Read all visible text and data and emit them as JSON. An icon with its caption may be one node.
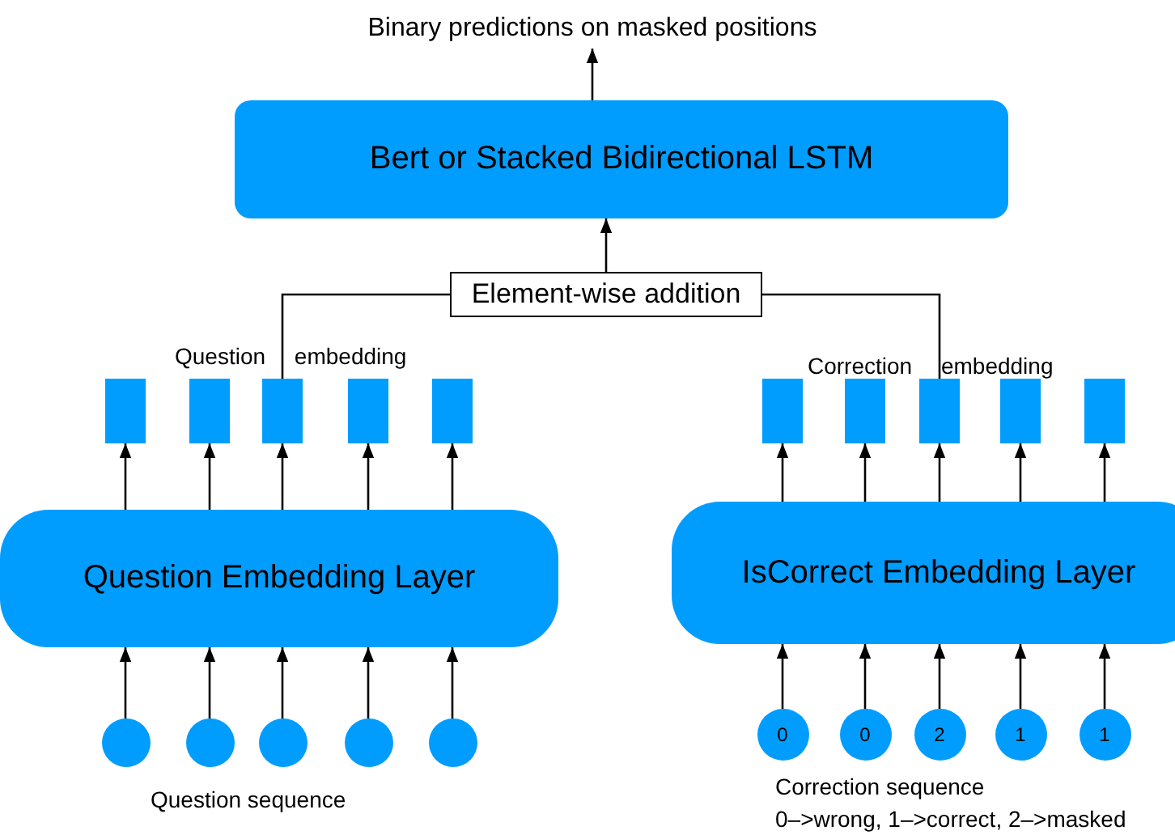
{
  "diagram": {
    "nodes": [
      {
        "text": [
          "Binary predictions on masked positions"
        ]
      },
      {
        "text": [
          "Bert or Stacked Bidirectional LSTM"
        ]
      },
      {
        "text": [
          "Element-wise addition"
        ]
      },
      {
        "text": [
          "Question Embedding Layer"
        ]
      },
      {
        "text": [
          "IsCorrect Embedding Layer"
        ]
      },
      {
        "text": [],
        "shape": "box"
      },
      {
        "text": [],
        "shape": "box"
      },
      {
        "text": [],
        "shape": "box"
      },
      {
        "text": [],
        "shape": "box"
      },
      {
        "text": [],
        "shape": "box"
      },
      {
        "text": [],
        "shape": "box"
      },
      {
        "text": [],
        "shape": "box"
      },
      {
        "text": [],
        "shape": "box"
      },
      {
        "text": [],
        "shape": "box"
      },
      {
        "text": [],
        "shape": "box"
      },
      {
        "text": [],
        "shape": "circle"
      },
      {
        "text": [],
        "shape": "circle"
      },
      {
        "text": [],
        "shape": "circle"
      },
      {
        "text": [],
        "shape": "circle"
      },
      {
        "text": [],
        "shape": "circle"
      },
      {
        "text": [
          "0"
        ]
      },
      {
        "text": [
          "0"
        ]
      },
      {
        "text": [
          "2"
        ]
      },
      {
        "text": [
          "1"
        ]
      },
      {
        "text": [
          "1"
        ]
      }
    ],
    "edges": [
      {
        "from": 1,
        "to": 0,
        "arrow": "to"
      },
      {
        "from": 2,
        "to": 1,
        "arrow": "to"
      },
      {
        "from": 7,
        "to": 2,
        "arrow": "none"
      },
      {
        "from": 12,
        "to": 2,
        "arrow": "none"
      },
      {
        "from": 3,
        "to": 5,
        "arrow": "to"
      },
      {
        "from": 3,
        "to": 6,
        "arrow": "to"
      },
      {
        "from": 3,
        "to": 7,
        "arrow": "to"
      },
      {
        "from": 3,
        "to": 8,
        "arrow": "to"
      },
      {
        "from": 3,
        "to": 9,
        "arrow": "to"
      },
      {
        "from": 4,
        "to": 10,
        "arrow": "to"
      },
      {
        "from": 4,
        "to": 11,
        "arrow": "to"
      },
      {
        "from": 4,
        "to": 12,
        "arrow": "to"
      },
      {
        "from": 4,
        "to": 13,
        "arrow": "to"
      },
      {
        "from": 4,
        "to": 14,
        "arrow": "to"
      },
      {
        "from": 15,
        "to": 3,
        "arrow": "to"
      },
      {
        "from": 16,
        "to": 3,
        "arrow": "to"
      },
      {
        "from": 17,
        "to": 3,
        "arrow": "to"
      },
      {
        "from": 18,
        "to": 3,
        "arrow": "to"
      },
      {
        "from": 19,
        "to": 3,
        "arrow": "to"
      },
      {
        "from": 20,
        "to": 4,
        "arrow": "to"
      },
      {
        "from": 21,
        "to": 4,
        "arrow": "to"
      },
      {
        "from": 22,
        "to": 4,
        "arrow": "to"
      },
      {
        "from": 23,
        "to": 4,
        "arrow": "to"
      },
      {
        "from": 24,
        "to": 4,
        "arrow": "to"
      }
    ],
    "labels": [
      "Question embedding",
      "Correction embedding",
      "Question sequence",
      "Correction sequence",
      "0–>wrong, 1–>correct, 2–>masked"
    ]
  }
}
